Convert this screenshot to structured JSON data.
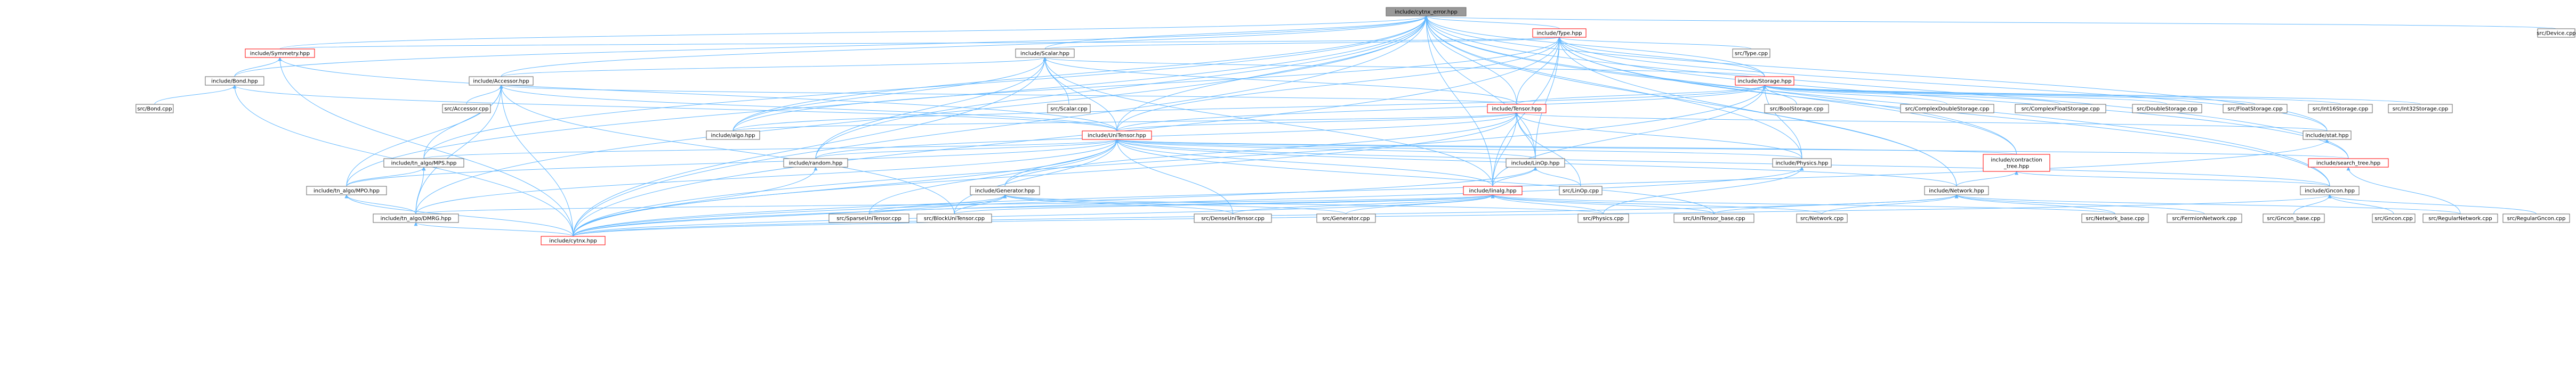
{
  "root": "include/cytnx_error.hpp",
  "nodes": [
    {
      "id": "cytnx_error",
      "label": "include/cytnx_error.hpp",
      "kind": "root"
    },
    {
      "id": "type_hpp",
      "label": "include/Type.hpp",
      "kind": "red"
    },
    {
      "id": "device_cpp",
      "label": "src/Device.cpp",
      "kind": "plain"
    },
    {
      "id": "symmetry_hpp",
      "label": "include/Symmetry.hpp",
      "kind": "red"
    },
    {
      "id": "scalar_hpp",
      "label": "include/Scalar.hpp",
      "kind": "plain"
    },
    {
      "id": "type_cpp",
      "label": "src/Type.cpp",
      "kind": "plain"
    },
    {
      "id": "bond_hpp",
      "label": "include/Bond.hpp",
      "kind": "plain"
    },
    {
      "id": "accessor_hpp",
      "label": "include/Accessor.hpp",
      "kind": "plain"
    },
    {
      "id": "storage_hpp",
      "label": "include/Storage.hpp",
      "kind": "red"
    },
    {
      "id": "bond_cpp",
      "label": "src/Bond.cpp",
      "kind": "plain"
    },
    {
      "id": "accessor_cpp",
      "label": "src/Accessor.cpp",
      "kind": "plain"
    },
    {
      "id": "scalar_cpp",
      "label": "src/Scalar.cpp",
      "kind": "plain"
    },
    {
      "id": "tensor_hpp",
      "label": "include/Tensor.hpp",
      "kind": "red"
    },
    {
      "id": "boolstorage_cpp",
      "label": "src/BoolStorage.cpp",
      "kind": "plain"
    },
    {
      "id": "complexdoublestorage_cpp",
      "label": "src/ComplexDoubleStorage.cpp",
      "kind": "plain"
    },
    {
      "id": "complexfloatstorage_cpp",
      "label": "src/ComplexFloatStorage.cpp",
      "kind": "plain"
    },
    {
      "id": "doublestorage_cpp",
      "label": "src/DoubleStorage.cpp",
      "kind": "plain"
    },
    {
      "id": "floatstorage_cpp",
      "label": "src/FloatStorage.cpp",
      "kind": "plain"
    },
    {
      "id": "int16storage_cpp",
      "label": "src/Int16Storage.cpp",
      "kind": "plain"
    },
    {
      "id": "int32storage_cpp",
      "label": "src/Int32Storage.cpp",
      "kind": "plain"
    },
    {
      "id": "algo_hpp",
      "label": "include/algo.hpp",
      "kind": "plain"
    },
    {
      "id": "unitensor_hpp",
      "label": "include/UniTensor.hpp",
      "kind": "red"
    },
    {
      "id": "stat_hpp",
      "label": "include/stat.hpp",
      "kind": "plain"
    },
    {
      "id": "tn_mps_hpp",
      "label": "include/tn_algo/MPS.hpp",
      "kind": "plain"
    },
    {
      "id": "random_hpp",
      "label": "include/random.hpp",
      "kind": "plain"
    },
    {
      "id": "linop_hpp",
      "label": "include/LinOp.hpp",
      "kind": "plain"
    },
    {
      "id": "physics_hpp",
      "label": "include/Physics.hpp",
      "kind": "plain"
    },
    {
      "id": "contraction_tree_hpp",
      "label": "include/contraction\n_tree.hpp",
      "kind": "red"
    },
    {
      "id": "search_tree_hpp",
      "label": "include/search_tree.hpp",
      "kind": "red"
    },
    {
      "id": "tn_mpo_hpp",
      "label": "include/tn_algo/MPO.hpp",
      "kind": "plain"
    },
    {
      "id": "generator_hpp",
      "label": "include/Generator.hpp",
      "kind": "plain"
    },
    {
      "id": "linalg_hpp",
      "label": "include/linalg.hpp",
      "kind": "red"
    },
    {
      "id": "linop_cpp",
      "label": "src/LinOp.cpp",
      "kind": "plain"
    },
    {
      "id": "network_hpp",
      "label": "include/Network.hpp",
      "kind": "plain"
    },
    {
      "id": "gncon_hpp",
      "label": "include/Gncon.hpp",
      "kind": "plain"
    },
    {
      "id": "tn_dmrg_hpp",
      "label": "include/tn_algo/DMRG.hpp",
      "kind": "plain"
    },
    {
      "id": "sparseunitensor_cpp",
      "label": "src/SparseUniTensor.cpp",
      "kind": "plain"
    },
    {
      "id": "blockunitensor_cpp",
      "label": "src/BlockUniTensor.cpp",
      "kind": "plain"
    },
    {
      "id": "denseunitensor_cpp",
      "label": "src/DenseUniTensor.cpp",
      "kind": "plain"
    },
    {
      "id": "generator_cpp",
      "label": "src/Generator.cpp",
      "kind": "plain"
    },
    {
      "id": "physics_cpp",
      "label": "src/Physics.cpp",
      "kind": "plain"
    },
    {
      "id": "unitensor_base_cpp",
      "label": "src/UniTensor_base.cpp",
      "kind": "plain"
    },
    {
      "id": "network_cpp",
      "label": "src/Network.cpp",
      "kind": "plain"
    },
    {
      "id": "network_base_cpp",
      "label": "src/Network_base.cpp",
      "kind": "plain"
    },
    {
      "id": "fermionnetwork_cpp",
      "label": "src/FermionNetwork.cpp",
      "kind": "plain"
    },
    {
      "id": "gncon_base_cpp",
      "label": "src/Gncon_base.cpp",
      "kind": "plain"
    },
    {
      "id": "gncon_cpp",
      "label": "src/Gncon.cpp",
      "kind": "plain"
    },
    {
      "id": "regularnetwork_cpp",
      "label": "src/RegularNetwork.cpp",
      "kind": "plain"
    },
    {
      "id": "regulargncon_cpp",
      "label": "src/RegularGncon.cpp",
      "kind": "plain"
    },
    {
      "id": "cytnx_hpp",
      "label": "include/cytnx.hpp",
      "kind": "red"
    }
  ],
  "edges": [
    [
      "cytnx_error",
      "type_hpp"
    ],
    [
      "cytnx_error",
      "device_cpp"
    ],
    [
      "cytnx_error",
      "symmetry_hpp"
    ],
    [
      "cytnx_error",
      "scalar_hpp"
    ],
    [
      "cytnx_error",
      "bond_hpp"
    ],
    [
      "cytnx_error",
      "accessor_hpp"
    ],
    [
      "cytnx_error",
      "storage_hpp"
    ],
    [
      "cytnx_error",
      "tensor_hpp"
    ],
    [
      "cytnx_error",
      "unitensor_hpp"
    ],
    [
      "cytnx_error",
      "algo_hpp"
    ],
    [
      "cytnx_error",
      "stat_hpp"
    ],
    [
      "cytnx_error",
      "tn_mps_hpp"
    ],
    [
      "cytnx_error",
      "random_hpp"
    ],
    [
      "cytnx_error",
      "linop_hpp"
    ],
    [
      "cytnx_error",
      "physics_hpp"
    ],
    [
      "cytnx_error",
      "contraction_tree_hpp"
    ],
    [
      "cytnx_error",
      "search_tree_hpp"
    ],
    [
      "cytnx_error",
      "tn_mpo_hpp"
    ],
    [
      "cytnx_error",
      "linalg_hpp"
    ],
    [
      "cytnx_error",
      "network_hpp"
    ],
    [
      "cytnx_error",
      "gncon_hpp"
    ],
    [
      "cytnx_error",
      "tn_dmrg_hpp"
    ],
    [
      "cytnx_error",
      "cytnx_hpp"
    ],
    [
      "type_hpp",
      "type_cpp"
    ],
    [
      "type_hpp",
      "scalar_hpp"
    ],
    [
      "type_hpp",
      "symmetry_hpp"
    ],
    [
      "type_hpp",
      "storage_hpp"
    ],
    [
      "type_hpp",
      "tensor_hpp"
    ],
    [
      "type_hpp",
      "unitensor_hpp"
    ],
    [
      "type_hpp",
      "linop_hpp"
    ],
    [
      "type_hpp",
      "linalg_hpp"
    ],
    [
      "type_hpp",
      "network_hpp"
    ],
    [
      "type_hpp",
      "search_tree_hpp"
    ],
    [
      "type_hpp",
      "stat_hpp"
    ],
    [
      "type_hpp",
      "gncon_hpp"
    ],
    [
      "type_hpp",
      "contraction_tree_hpp"
    ],
    [
      "type_hpp",
      "algo_hpp"
    ],
    [
      "type_hpp",
      "cytnx_hpp"
    ],
    [
      "symmetry_hpp",
      "bond_hpp"
    ],
    [
      "symmetry_hpp",
      "unitensor_hpp"
    ],
    [
      "symmetry_hpp",
      "cytnx_hpp"
    ],
    [
      "scalar_hpp",
      "storage_hpp"
    ],
    [
      "scalar_hpp",
      "tensor_hpp"
    ],
    [
      "scalar_hpp",
      "accessor_hpp"
    ],
    [
      "scalar_hpp",
      "scalar_cpp"
    ],
    [
      "scalar_hpp",
      "unitensor_hpp"
    ],
    [
      "scalar_hpp",
      "linalg_hpp"
    ],
    [
      "scalar_hpp",
      "algo_hpp"
    ],
    [
      "scalar_hpp",
      "random_hpp"
    ],
    [
      "scalar_hpp",
      "cytnx_hpp"
    ],
    [
      "bond_hpp",
      "bond_cpp"
    ],
    [
      "bond_hpp",
      "unitensor_hpp"
    ],
    [
      "bond_hpp",
      "cytnx_hpp"
    ],
    [
      "accessor_hpp",
      "accessor_cpp"
    ],
    [
      "accessor_hpp",
      "tensor_hpp"
    ],
    [
      "accessor_hpp",
      "unitensor_hpp"
    ],
    [
      "accessor_hpp",
      "tn_mps_hpp"
    ],
    [
      "accessor_hpp",
      "tn_mpo_hpp"
    ],
    [
      "accessor_hpp",
      "tn_dmrg_hpp"
    ],
    [
      "accessor_hpp",
      "blockunitensor_cpp"
    ],
    [
      "accessor_hpp",
      "cytnx_hpp"
    ],
    [
      "storage_hpp",
      "tensor_hpp"
    ],
    [
      "storage_hpp",
      "boolstorage_cpp"
    ],
    [
      "storage_hpp",
      "complexdoublestorage_cpp"
    ],
    [
      "storage_hpp",
      "complexfloatstorage_cpp"
    ],
    [
      "storage_hpp",
      "doublestorage_cpp"
    ],
    [
      "storage_hpp",
      "floatstorage_cpp"
    ],
    [
      "storage_hpp",
      "int16storage_cpp"
    ],
    [
      "storage_hpp",
      "int32storage_cpp"
    ],
    [
      "storage_hpp",
      "unitensor_hpp"
    ],
    [
      "storage_hpp",
      "algo_hpp"
    ],
    [
      "storage_hpp",
      "linalg_hpp"
    ],
    [
      "storage_hpp",
      "physics_hpp"
    ],
    [
      "storage_hpp",
      "cytnx_hpp"
    ],
    [
      "tensor_hpp",
      "algo_hpp"
    ],
    [
      "tensor_hpp",
      "unitensor_hpp"
    ],
    [
      "tensor_hpp",
      "stat_hpp"
    ],
    [
      "tensor_hpp",
      "random_hpp"
    ],
    [
      "tensor_hpp",
      "linop_hpp"
    ],
    [
      "tensor_hpp",
      "physics_hpp"
    ],
    [
      "tensor_hpp",
      "generator_hpp"
    ],
    [
      "tensor_hpp",
      "linalg_hpp"
    ],
    [
      "tensor_hpp",
      "linop_cpp"
    ],
    [
      "tensor_hpp",
      "cytnx_hpp"
    ],
    [
      "unitensor_hpp",
      "tn_mps_hpp"
    ],
    [
      "unitensor_hpp",
      "random_hpp"
    ],
    [
      "unitensor_hpp",
      "linop_hpp"
    ],
    [
      "unitensor_hpp",
      "physics_hpp"
    ],
    [
      "unitensor_hpp",
      "contraction_tree_hpp"
    ],
    [
      "unitensor_hpp",
      "search_tree_hpp"
    ],
    [
      "unitensor_hpp",
      "tn_mpo_hpp"
    ],
    [
      "unitensor_hpp",
      "generator_hpp"
    ],
    [
      "unitensor_hpp",
      "linalg_hpp"
    ],
    [
      "unitensor_hpp",
      "network_hpp"
    ],
    [
      "unitensor_hpp",
      "gncon_hpp"
    ],
    [
      "unitensor_hpp",
      "tn_dmrg_hpp"
    ],
    [
      "unitensor_hpp",
      "sparseunitensor_cpp"
    ],
    [
      "unitensor_hpp",
      "blockunitensor_cpp"
    ],
    [
      "unitensor_hpp",
      "denseunitensor_cpp"
    ],
    [
      "unitensor_hpp",
      "unitensor_base_cpp"
    ],
    [
      "unitensor_hpp",
      "cytnx_hpp"
    ],
    [
      "stat_hpp",
      "cytnx_hpp"
    ],
    [
      "tn_mps_hpp",
      "tn_mpo_hpp"
    ],
    [
      "tn_mps_hpp",
      "tn_dmrg_hpp"
    ],
    [
      "random_hpp",
      "cytnx_hpp"
    ],
    [
      "linop_hpp",
      "linalg_hpp"
    ],
    [
      "linop_hpp",
      "linop_cpp"
    ],
    [
      "linop_hpp",
      "cytnx_hpp"
    ],
    [
      "physics_hpp",
      "physics_cpp"
    ],
    [
      "physics_hpp",
      "cytnx_hpp"
    ],
    [
      "contraction_tree_hpp",
      "network_hpp"
    ],
    [
      "contraction_tree_hpp",
      "gncon_hpp"
    ],
    [
      "search_tree_hpp",
      "regularnetwork_cpp"
    ],
    [
      "tn_mpo_hpp",
      "tn_dmrg_hpp"
    ],
    [
      "tn_mpo_hpp",
      "cytnx_hpp"
    ],
    [
      "generator_hpp",
      "generator_cpp"
    ],
    [
      "generator_hpp",
      "sparseunitensor_cpp"
    ],
    [
      "generator_hpp",
      "blockunitensor_cpp"
    ],
    [
      "generator_hpp",
      "denseunitensor_cpp"
    ],
    [
      "generator_hpp",
      "physics_cpp"
    ],
    [
      "generator_hpp",
      "cytnx_hpp"
    ],
    [
      "linalg_hpp",
      "sparseunitensor_cpp"
    ],
    [
      "linalg_hpp",
      "blockunitensor_cpp"
    ],
    [
      "linalg_hpp",
      "denseunitensor_cpp"
    ],
    [
      "linalg_hpp",
      "generator_cpp"
    ],
    [
      "linalg_hpp",
      "physics_cpp"
    ],
    [
      "linalg_hpp",
      "unitensor_base_cpp"
    ],
    [
      "linalg_hpp",
      "network_cpp"
    ],
    [
      "linalg_hpp",
      "network_base_cpp"
    ],
    [
      "linalg_hpp",
      "tn_dmrg_hpp"
    ],
    [
      "linalg_hpp",
      "cytnx_hpp"
    ],
    [
      "network_hpp",
      "network_cpp"
    ],
    [
      "network_hpp",
      "network_base_cpp"
    ],
    [
      "network_hpp",
      "fermionnetwork_cpp"
    ],
    [
      "network_hpp",
      "regularnetwork_cpp"
    ],
    [
      "network_hpp",
      "cytnx_hpp"
    ],
    [
      "network_hpp",
      "unitensor_base_cpp"
    ],
    [
      "gncon_hpp",
      "gncon_base_cpp"
    ],
    [
      "gncon_hpp",
      "gncon_cpp"
    ],
    [
      "gncon_hpp",
      "regulargncon_cpp"
    ],
    [
      "gncon_hpp",
      "cytnx_hpp"
    ],
    [
      "tn_dmrg_hpp",
      "cytnx_hpp"
    ]
  ],
  "colors": {
    "edge": "#63b8ff",
    "node_border": "#666666",
    "root_fill": "#999999",
    "red_border": "#ff0000",
    "node_fill": "#ffffff",
    "text": "#000000"
  }
}
